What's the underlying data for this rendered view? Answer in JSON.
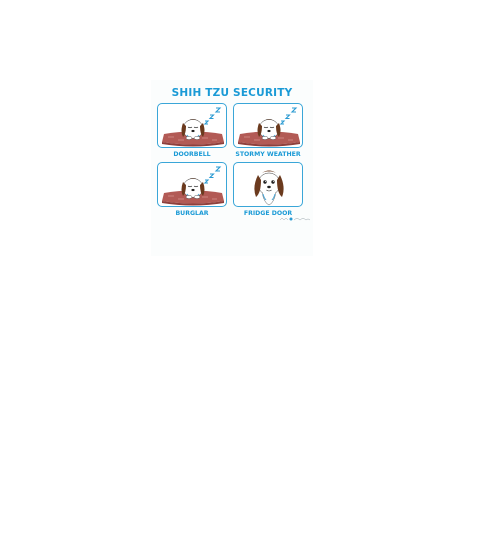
{
  "title": "SHIH TZU SECURITY",
  "panels": [
    {
      "caption": "DOORBELL",
      "state": "asleep"
    },
    {
      "caption": "STORMY WEATHER",
      "state": "asleep"
    },
    {
      "caption": "BURGLAR",
      "state": "asleep"
    },
    {
      "caption": "FRIDGE DOOR",
      "state": "awake"
    }
  ],
  "colors": {
    "accent_blue": "#1a9ad6",
    "bed_red": "#b25a55",
    "bed_shadow": "#8e3f3c",
    "fur_brown": "#6b3a1e",
    "fur_white": "#ffffff"
  },
  "icons": [
    "sleeping-z-icon",
    "shih-tzu-dog-icon",
    "dog-bed-icon",
    "artist-signature-icon"
  ]
}
